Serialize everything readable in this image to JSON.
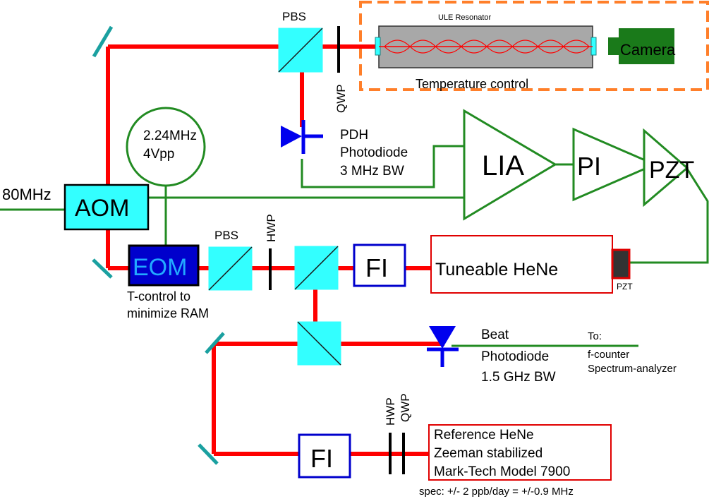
{
  "labels": {
    "pbs_top": "PBS",
    "ule_resonator": "ULE Resonator",
    "camera": "Camera",
    "temperature_control": "Temperature control",
    "qwp_top": "QWP",
    "mod_freq": "2.24MHz",
    "mod_amp": "4Vpp",
    "pdh_line1": "PDH",
    "pdh_line2": "Photodiode",
    "pdh_line3": "3 MHz BW",
    "lia": "LIA",
    "pi": "PI",
    "pzt_amp": "PZT",
    "rf_input": "80MHz",
    "aom": "AOM",
    "eom": "EOM",
    "pbs_mid": "PBS",
    "hwp_mid": "HWP",
    "fi_top": "FI",
    "tuneable_hene": "Tuneable HeNe",
    "pzt_small": "PZT",
    "eom_note_line1": "T-control to",
    "eom_note_line2": "minimize RAM",
    "beat_line1": "Beat",
    "beat_line2": "Photodiode",
    "beat_line3": "1.5 GHz BW",
    "to_line1": "To:",
    "to_line2": "f-counter",
    "to_line3": "Spectrum-analyzer",
    "hwp_bottom": "HWP",
    "qwp_bottom": "QWP",
    "fi_bottom": "FI",
    "ref_line1": "Reference HeNe",
    "ref_line2": "Zeeman stabilized",
    "ref_line3": "Mark-Tech Model 7900",
    "spec": "spec: +/- 2 ppb/day = +/-0.9 MHz"
  },
  "colors": {
    "beam": "#ff0000",
    "signal": "#228b22",
    "optics": "#33ffff",
    "eom_fill": "#0000cc",
    "fi_border": "#0000cc",
    "photodiode": "#0000ee",
    "camera": "#1a7a1a",
    "enclosure": "#ff7f2a",
    "laser_box": "#e00000"
  }
}
